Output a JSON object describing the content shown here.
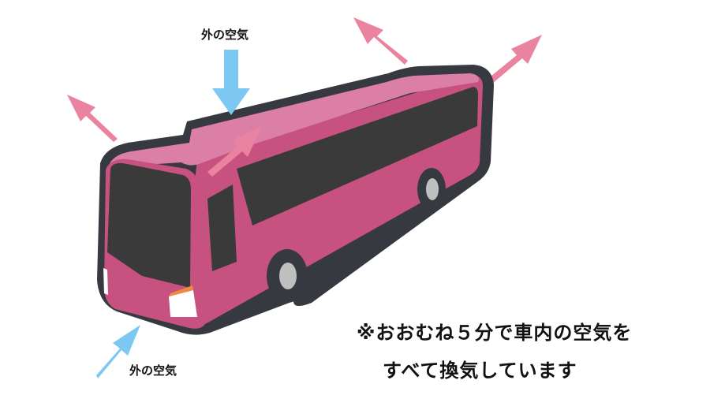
{
  "labels": {
    "intake_top": "外の空気",
    "intake_bottom": "外の空気"
  },
  "note": {
    "line1": "※おおむね５分で車内の空気を",
    "line2": "すべて換気しています"
  },
  "colors": {
    "bus_body": "#c8527f",
    "bus_roof": "#dc7fa6",
    "bus_outline": "#36393f",
    "window": "#3a3a3a",
    "exhaust_arrow": "#ea839f",
    "intake_arrow": "#7cc8f3",
    "headlight_accent": "#f08a3c"
  },
  "icons": {
    "intake": "arrow-in-icon",
    "exhaust": "arrow-out-icon"
  }
}
